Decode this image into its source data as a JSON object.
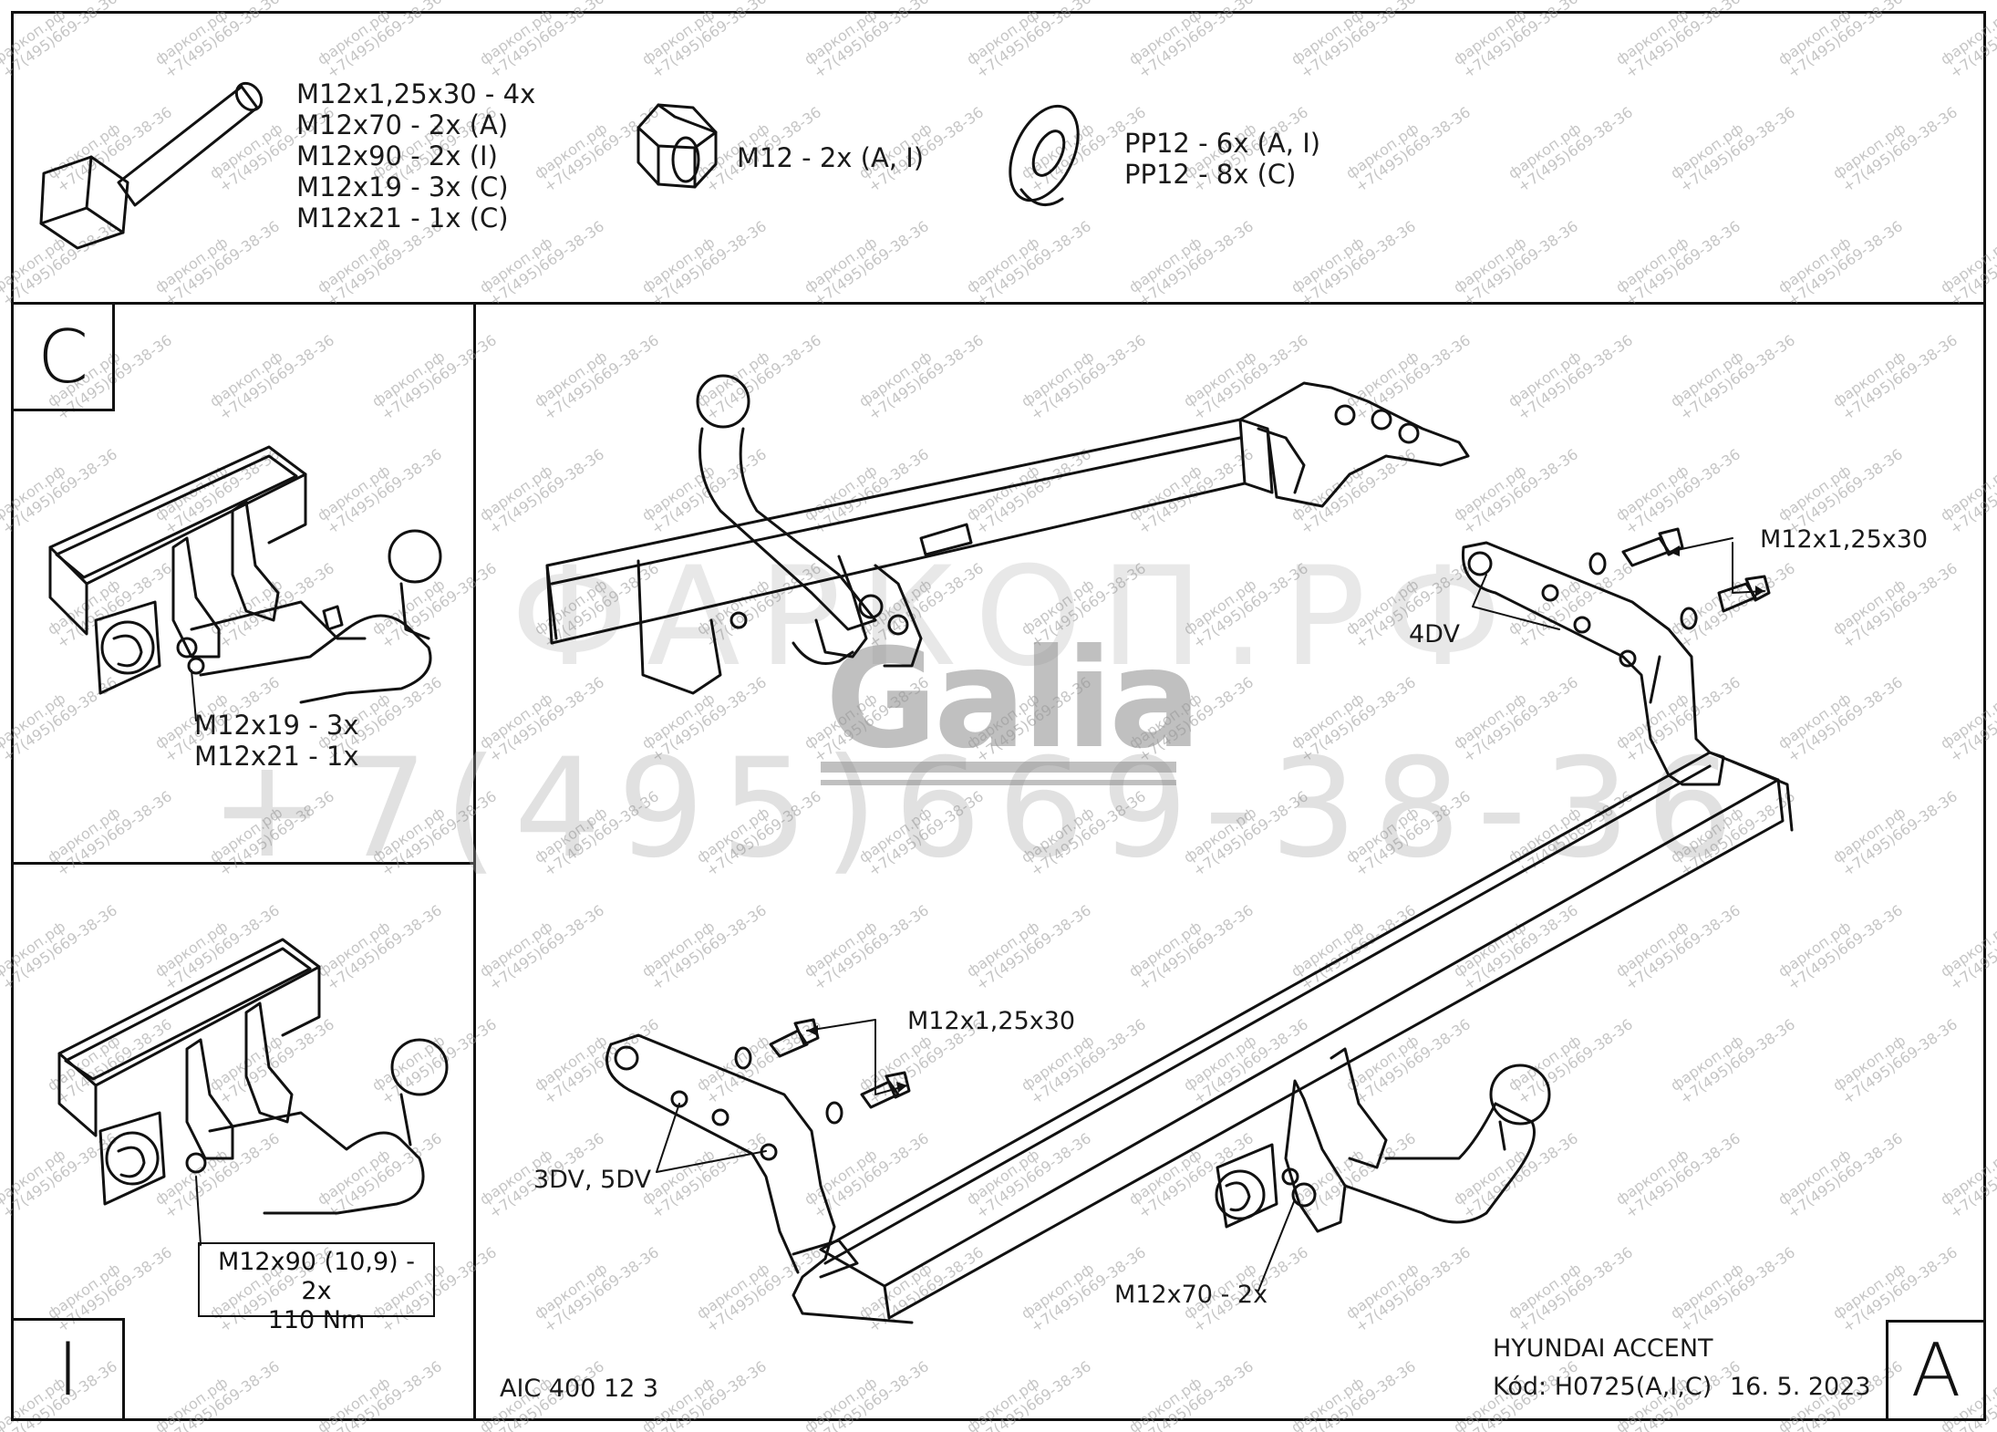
{
  "parts": {
    "bolt": [
      "M12x1,25x30 - 4x",
      "M12x70 - 2x (A)",
      "M12x90 - 2x (I)",
      "M12x19 - 3x (C)",
      "M12x21 - 1x (C)"
    ],
    "nut": "M12 - 2x (A, I)",
    "washer": [
      "PP12 - 6x (A, I)",
      "PP12 - 8x (C)"
    ]
  },
  "panel_c": {
    "letter": "C",
    "callout": [
      "M12x19 - 3x",
      "M12x21 - 1x"
    ]
  },
  "panel_i": {
    "letter": "I",
    "callout": [
      "M12x90 (10,9) - 2x",
      "110 Nm"
    ]
  },
  "main": {
    "labels": {
      "bolt_right": "M12x1,25x30",
      "bolt_left": "M12x1,25x30",
      "variant_right": "4DV",
      "variant_left": "3DV, 5DV",
      "ball_bolt": "M12x70 - 2x"
    },
    "code": "AIC 400 12 3",
    "model": "HYUNDAI ACCENT",
    "kod": "Kód: H0725(A,I,C)",
    "date": "16. 5. 2023",
    "letter": "A"
  },
  "watermark": {
    "brand": "Galia",
    "domain": "ФАРКОП.РФ",
    "phone": "+7(495)669-38-36",
    "small_domain": "фаркоп.рф",
    "small_phone": "+7(495)669-38-36"
  }
}
